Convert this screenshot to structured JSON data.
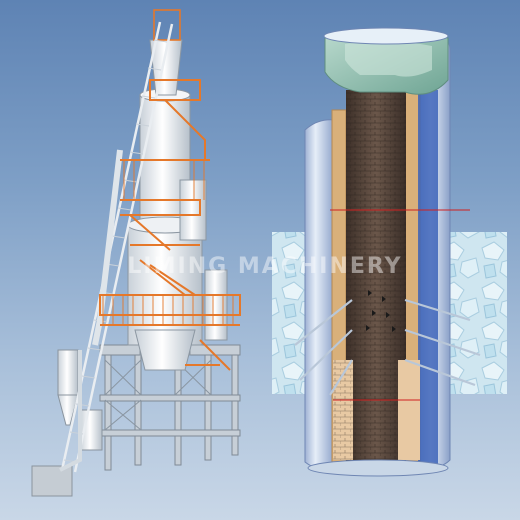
{
  "watermark": {
    "text": "LIMING MACHINERY"
  },
  "colors": {
    "background_top": "#5e83b4",
    "background_bottom": "#c9d7e7",
    "steel": "#e9edf1",
    "stair_orange": "#e5782a",
    "brick_dark": "#5a4a40",
    "lining_tan": "#d9b07a",
    "insulation_blue": "#3c63b8",
    "refractory_green": "#9fc6b8",
    "limestone": "#cfe6f0"
  },
  "icons": {
    "kiln_structure": "vertical-lime-kiln-illustration",
    "kiln_section": "kiln-cutaway-illustration"
  }
}
